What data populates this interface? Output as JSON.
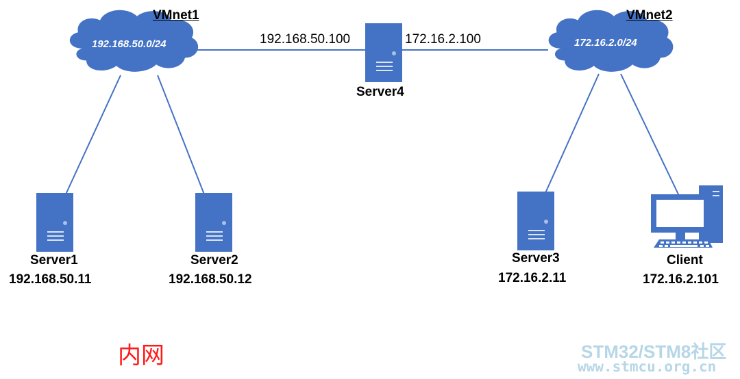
{
  "networks": {
    "vmnet1": {
      "title": "VMnet1",
      "subnet": "192.168.50.0/24"
    },
    "vmnet2": {
      "title": "VMnet2",
      "subnet": "172.16.2.0/24"
    }
  },
  "router": {
    "name": "Server4",
    "left_ip": "192.168.50.100",
    "right_ip": "172.16.2.100"
  },
  "nodes": {
    "server1": {
      "name": "Server1",
      "ip": "192.168.50.11"
    },
    "server2": {
      "name": "Server2",
      "ip": "192.168.50.12"
    },
    "server3": {
      "name": "Server3",
      "ip": "172.16.2.11"
    },
    "client": {
      "name": "Client",
      "ip": "172.16.2.101"
    }
  },
  "zone_label": "内网",
  "watermark": {
    "line1": "STM32/STM8社区",
    "line2": "www.stmcu.org.cn"
  },
  "colors": {
    "device_blue": "#4472c4",
    "link_blue": "#4472c4",
    "zone_red": "#ff1a1a",
    "watermark": "#b7d6e6"
  }
}
